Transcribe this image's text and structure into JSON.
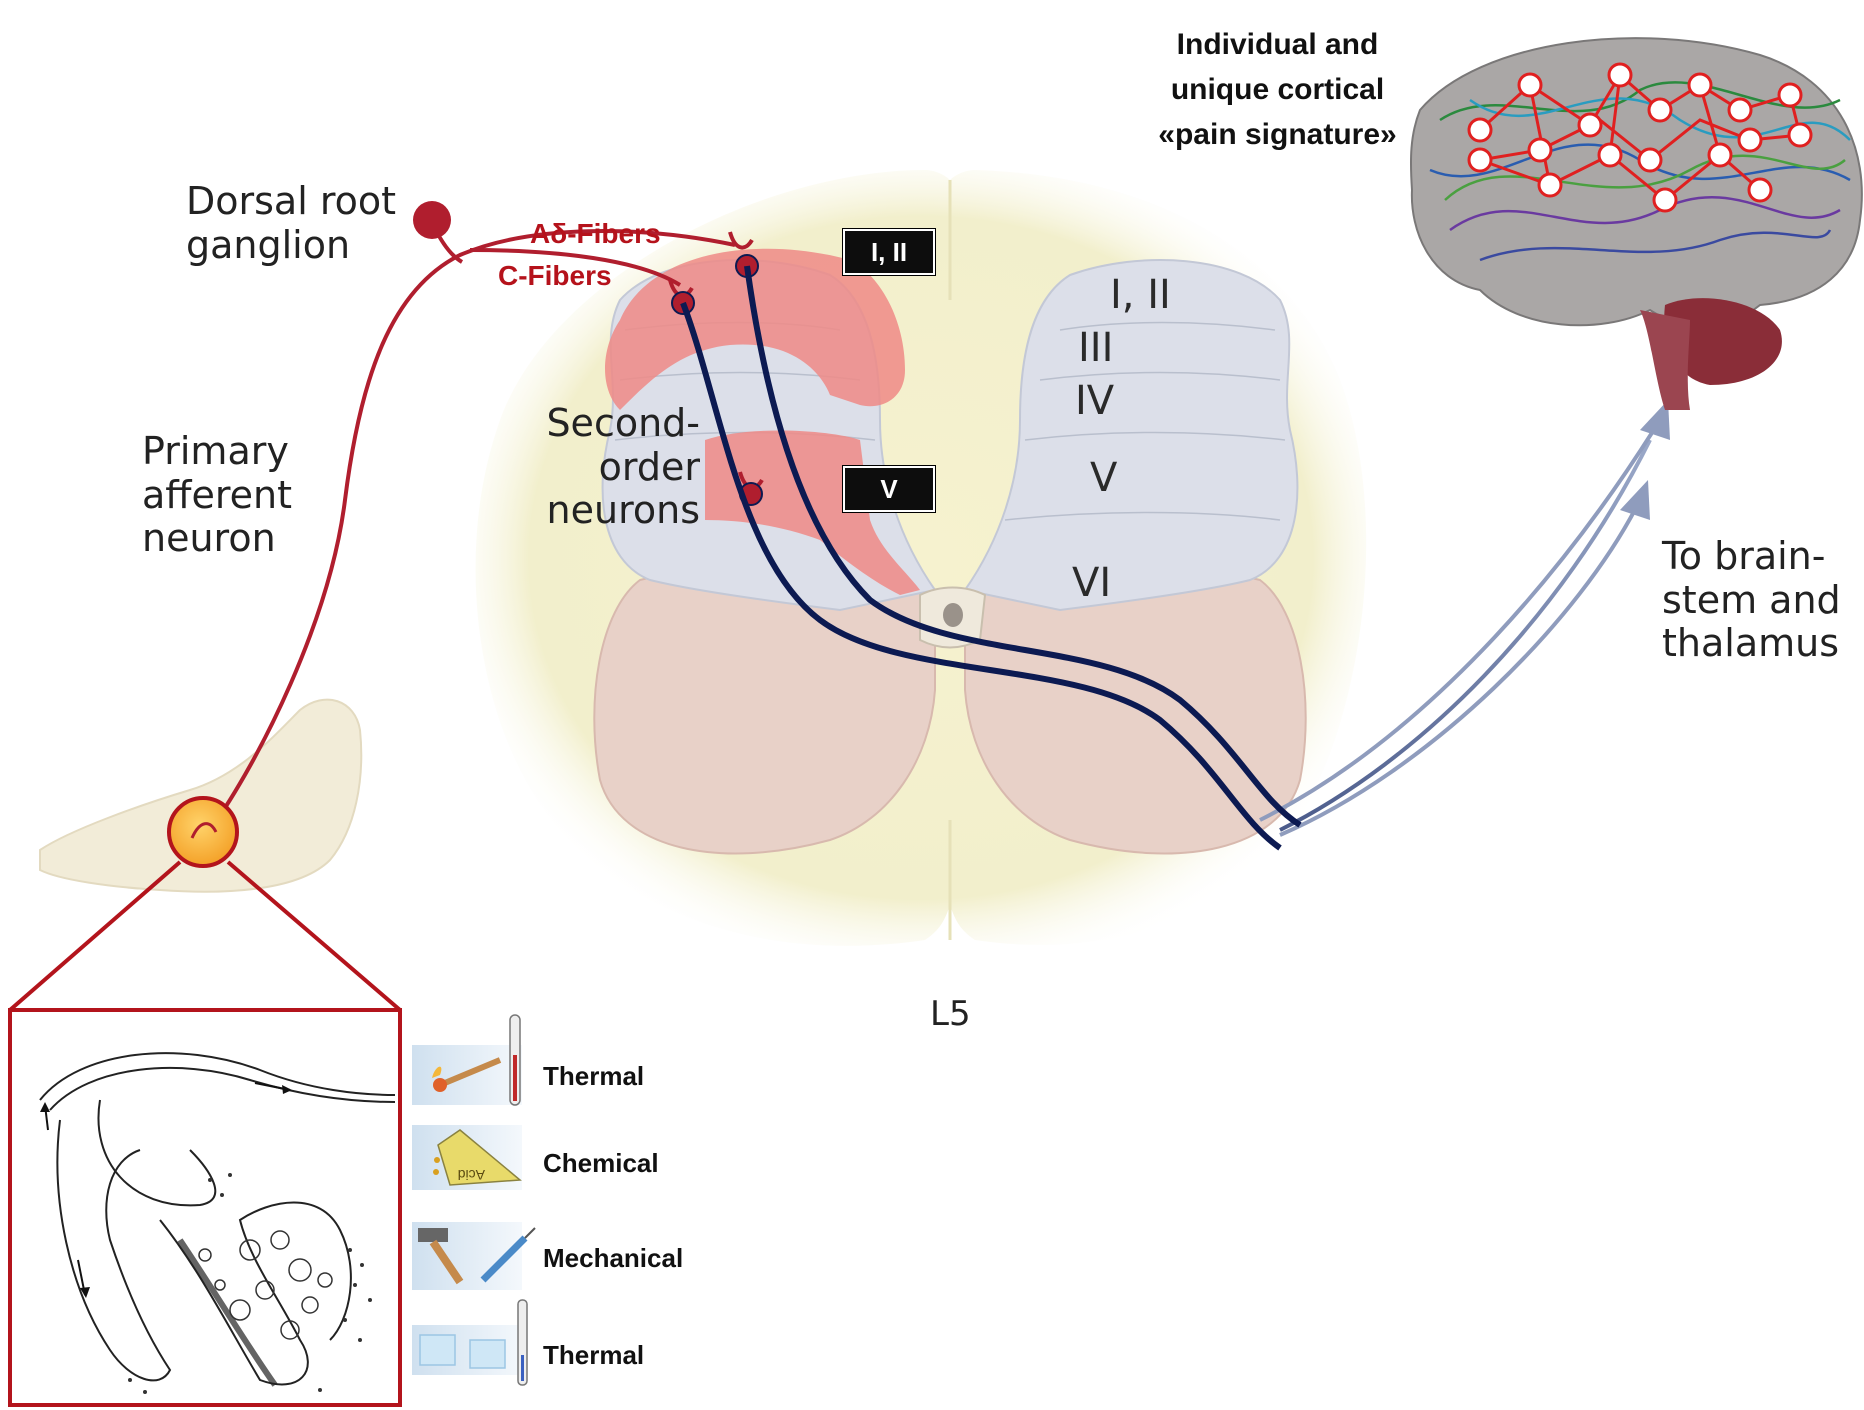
{
  "labels": {
    "drg_line1": "Dorsal root",
    "drg_line2": "ganglion",
    "primary_line1": "Primary",
    "primary_line2": "afferent",
    "primary_line3": "neuron",
    "adelta": "Aδ-Fibers",
    "cfibers": "C-Fibers",
    "second_line1": "Second-",
    "second_line2": "order",
    "second_line3": "neurons",
    "to_brain_line1": "To brain-",
    "to_brain_line2": "stem and",
    "to_brain_line3": "thalamus",
    "segment": "L5",
    "cortical_line1": "Individual and",
    "cortical_line2": "unique cortical",
    "cortical_line3": "«pain signature»"
  },
  "badges": {
    "lamina_1_2": "I, II",
    "lamina_5": "V"
  },
  "laminae": {
    "l12": "I, II",
    "l3": "III",
    "l4": "IV",
    "l5": "V",
    "l6": "VI"
  },
  "stimuli": [
    {
      "label": "Thermal",
      "icon": "match-thermometer-icon"
    },
    {
      "label": "Chemical",
      "icon": "acid-flask-icon"
    },
    {
      "label": "Mechanical",
      "icon": "hammer-syringe-icon"
    },
    {
      "label": "Thermal",
      "icon": "ice-thermometer-icon"
    }
  ],
  "colors": {
    "afferent": "#b01e2e",
    "second_order": "#0c1a52",
    "highlight": "#ef8a86",
    "grey_matter_dorsal": "#d9dde8",
    "grey_matter_ventral": "#e7cfc6",
    "white_matter": "#f4f0c9",
    "inset_border": "#b3141c",
    "brain_network": "#e02020"
  }
}
